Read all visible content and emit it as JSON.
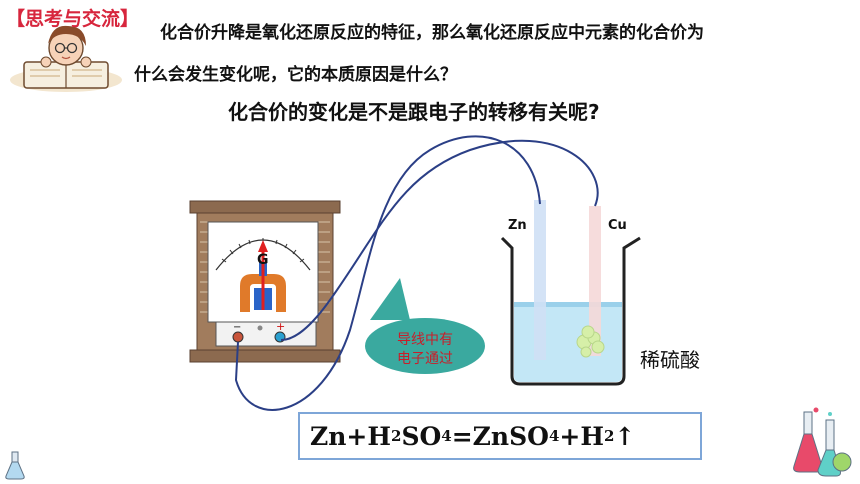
{
  "header": {
    "tag_label": "【思考与交流】",
    "intro_line1": "化合价升降是氧化还原反应的特征，那么氧化还原反应中元素的化合价为",
    "intro_line2": "什么会发生变化呢，它的本质原因是什么？"
  },
  "question": "化合价的变化是不是跟电子的转移有关呢?",
  "diagram": {
    "electrode_left": "Zn",
    "electrode_right": "Cu",
    "acid_label": "稀硫酸",
    "callout_line1": "导线中有",
    "callout_line2": "电子通过",
    "meter_minus": "−",
    "meter_plus": "+",
    "meter_center": "G"
  },
  "equation": {
    "p1": "Zn+H",
    "s1": "2",
    "p2": "SO",
    "s2": "4",
    "p3": "=ZnSO",
    "s3": "4",
    "p4": "+H",
    "s4": "2",
    "p5": "↑"
  },
  "colors": {
    "tag_red": "#d7263d",
    "callout_fill": "#3aa99f",
    "wire": "#2b3f86",
    "equation_border": "#7ea6d8"
  }
}
